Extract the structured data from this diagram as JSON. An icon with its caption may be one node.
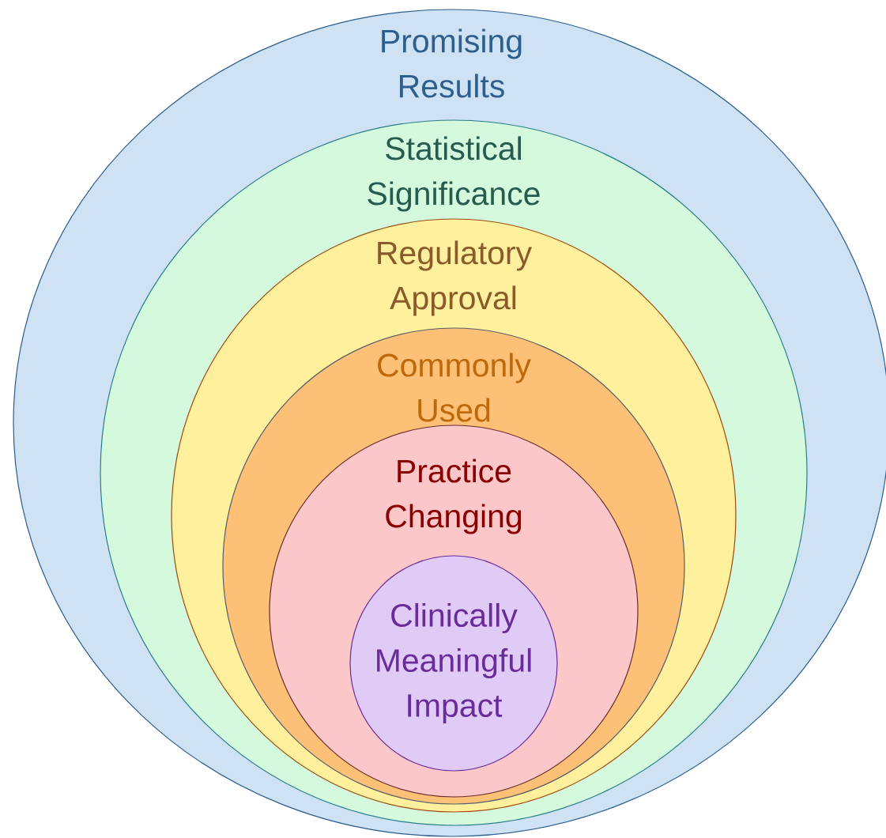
{
  "diagram": {
    "nodes": [
      {
        "text": [
          "Promising Results"
        ]
      },
      {
        "text": [
          "Statistical Significance"
        ],
        "in": 0
      },
      {
        "text": [
          "Regulatory Approval"
        ],
        "in": 1
      },
      {
        "text": [
          "Commonly Used"
        ],
        "in": 2
      },
      {
        "text": [
          "Practice Changing"
        ],
        "in": 3
      },
      {
        "text": [
          "Clinically Meaningful Impact"
        ],
        "in": 4
      }
    ]
  }
}
